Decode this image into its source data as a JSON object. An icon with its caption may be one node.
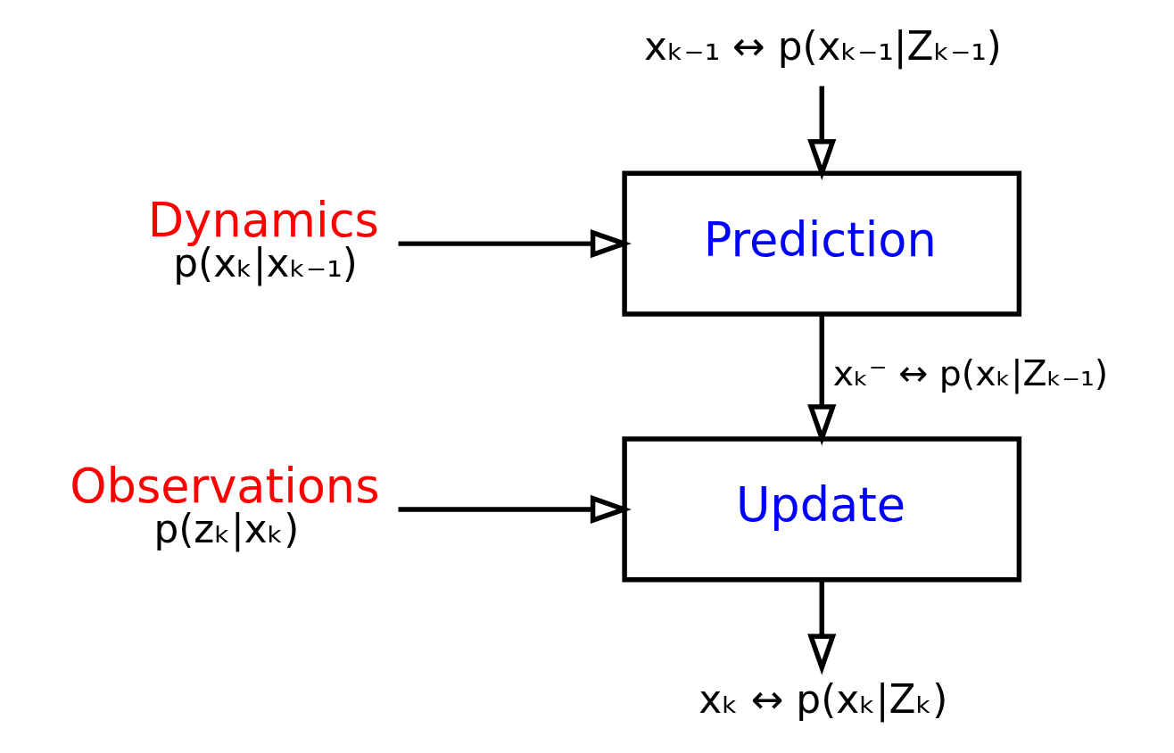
{
  "diagram": {
    "nodes": [
      {
        "text": [
          "xₖ₋₁ ↔ p(xₖ₋₁|Zₖ₋₁)"
        ]
      },
      {
        "text": [
          "Dynamics",
          "p(xₖ|xₖ₋₁)"
        ]
      },
      {
        "text": [
          "Prediction"
        ]
      },
      {
        "text": [
          "Observations",
          "p(zₖ|xₖ)"
        ]
      },
      {
        "text": [
          "Update"
        ]
      },
      {
        "text": [
          "xₖ ↔ p(xₖ|Zₖ)"
        ]
      }
    ],
    "edges": [
      {
        "from": 0,
        "to": 2,
        "arrow": "to"
      },
      {
        "from": 1,
        "to": 2,
        "arrow": "to"
      },
      {
        "from": 2,
        "to": 4,
        "arrow": "to",
        "label": "xₖ⁻ ↔ p(xₖ|Zₖ₋₁)"
      },
      {
        "from": 3,
        "to": 4,
        "arrow": "to"
      },
      {
        "from": 4,
        "to": 5,
        "arrow": "to"
      }
    ]
  }
}
